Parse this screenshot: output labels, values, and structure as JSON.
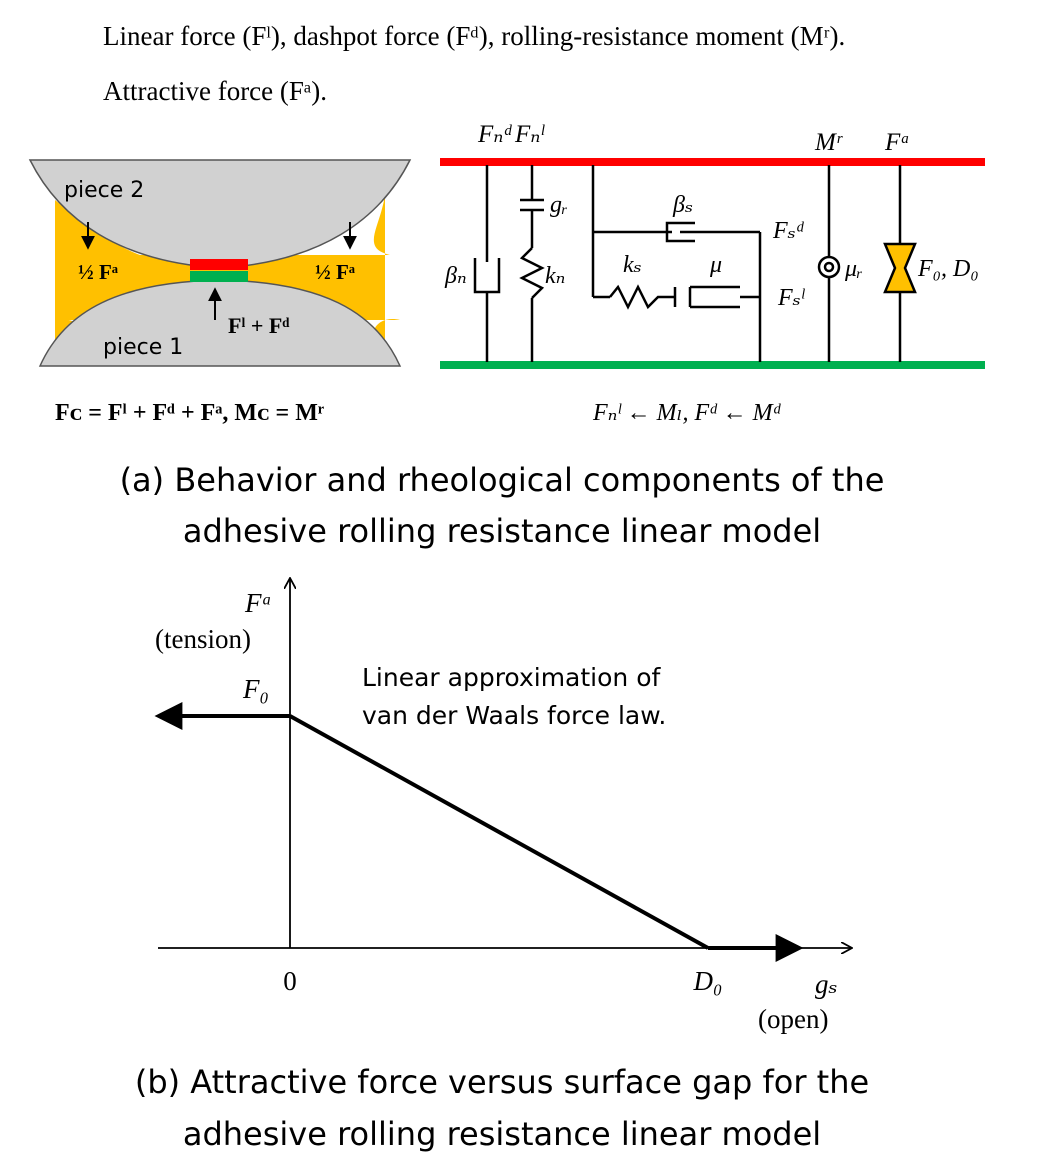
{
  "header": {
    "line1": "Linear force (Fˡ), dashpot force (Fᵈ), rolling-resistance moment (Mʳ).",
    "line2": "Attractive force (Fᵃ)."
  },
  "contact": {
    "piece2": "piece 2",
    "piece1": "piece 1",
    "half_fa": "½ Fᵃ",
    "fl_fd": "Fˡ + Fᵈ",
    "equation": "Fᴄ = Fˡ + Fᵈ + Fᵃ,  Mᴄ = Mʳ",
    "colors": {
      "gray": "#d1d1d1",
      "adhesive": "#ffc000",
      "red": "#ff0000",
      "green": "#00b050"
    }
  },
  "rheology": {
    "top_fdn": "Fₙᵈ",
    "top_fln": "Fₙˡ",
    "top_mr": "Mʳ",
    "top_fa": "Fᵃ",
    "beta_n": "βₙ",
    "g_r": "gᵣ",
    "k_n": "kₙ",
    "beta_s": "βₛ",
    "k_s": "kₛ",
    "mu": "μ",
    "fds": "Fₛᵈ",
    "fls": "Fₛˡ",
    "mu_r": "μᵣ",
    "f0_d0": "F₀, D₀",
    "bottom_eq": "Fₙˡ ← Mₗ,  Fᵈ ← Mᵈ"
  },
  "caption_a": {
    "line1": "(a) Behavior and rheological components of the",
    "line2": "adhesive rolling resistance linear model"
  },
  "chart_data": {
    "type": "line",
    "x": [
      "0",
      "D0"
    ],
    "values": [
      1,
      0
    ],
    "y_axis_label": "Fᵃ",
    "y_axis_sub": "(tension)",
    "y_tick": "F₀",
    "x_tick_zero": "0",
    "x_tick_d0": "D₀",
    "x_axis_label": "gₛ",
    "x_axis_sub": "(open)",
    "annotation_1": "Linear approximation of",
    "annotation_2": "van der Waals force law."
  },
  "caption_b": {
    "line1": "(b) Attractive force versus surface gap for the",
    "line2": "adhesive rolling resistance linear model"
  }
}
